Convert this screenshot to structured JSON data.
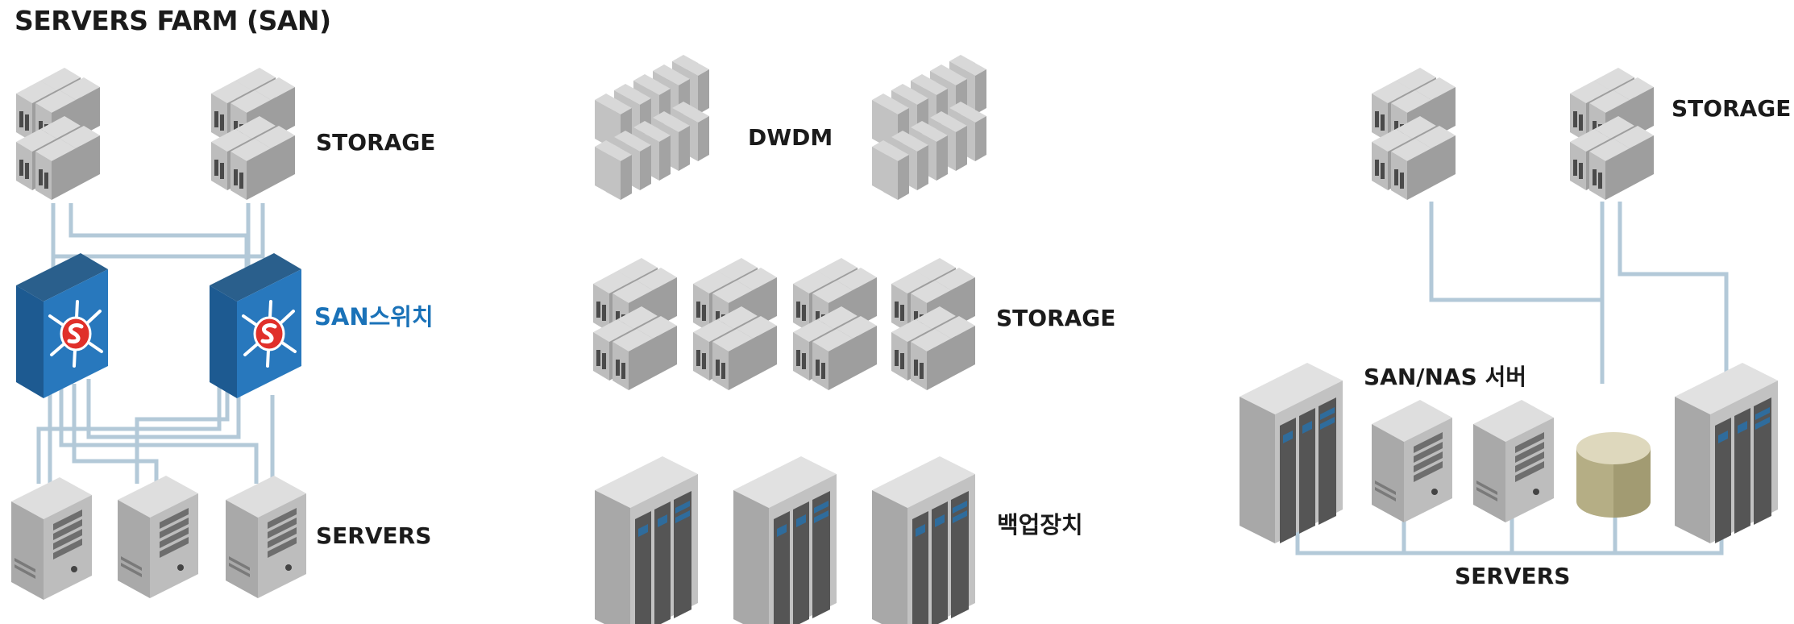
{
  "diagram": {
    "title": "SERVERS FARM (SAN)",
    "left_section": {
      "storage_label": "STORAGE",
      "switch_label": "SAN스위치",
      "servers_label": "SERVERS"
    },
    "middle_section": {
      "dwdm_label": "DWDM",
      "storage_label": "STORAGE",
      "backup_label": "백업장치"
    },
    "right_section": {
      "storage_label": "STORAGE",
      "san_nas_label": "SAN/NAS 서버",
      "servers_label": "SERVERS"
    }
  },
  "colors": {
    "switch_blue": "#1f6fae",
    "switch_label": "#1a72b8",
    "connector": "#b3c9d8",
    "device_gray": "#b5b5b5",
    "disk_beige": "#cfc9a6",
    "text": "#1b1b1b",
    "accent_red": "#e0302a"
  },
  "icons": [
    "storage-module-icon",
    "san-switch-icon",
    "tower-server-icon",
    "rack-server-icon",
    "dwdm-unit-icon",
    "disk-cylinder-icon"
  ]
}
